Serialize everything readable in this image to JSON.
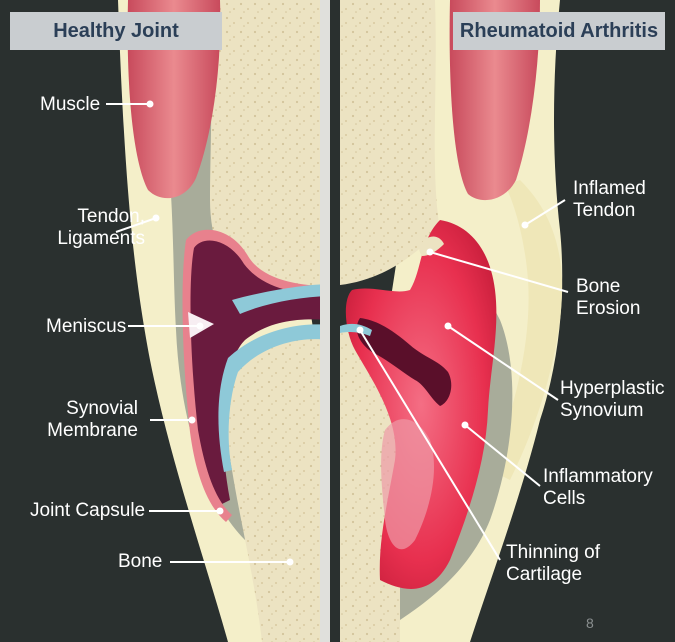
{
  "panels": {
    "left_title": "Healthy Joint",
    "right_title": "Rheumatoid Arthritis"
  },
  "left_labels": {
    "muscle": "Muscle",
    "tendon_line1": "Tendon,",
    "tendon_line2": "Ligaments",
    "meniscus": "Meniscus",
    "synovial_line1": "Synovial",
    "synovial_line2": "Membrane",
    "joint_capsule": "Joint Capsule",
    "bone": "Bone"
  },
  "right_labels": {
    "inflamed_line1": "Inflamed",
    "inflamed_line2": "Tendon",
    "erosion_line1": "Bone",
    "erosion_line2": "Erosion",
    "hyper_line1": "Hyperplastic",
    "hyper_line2": "Synovium",
    "cells_line1": "Inflammatory",
    "cells_line2": "Cells",
    "thin_line1": "Thinning of",
    "thin_line2": "Cartilage"
  },
  "page_number": "8",
  "colors": {
    "background": "#2a302f",
    "bone": "#ece7c9",
    "muscle": "#d65a6a",
    "cartilage": "#8ec9d8",
    "synovium": "#e8818d",
    "inflamed": "#e8304f",
    "capsule_gray": "#a9ad9c"
  }
}
